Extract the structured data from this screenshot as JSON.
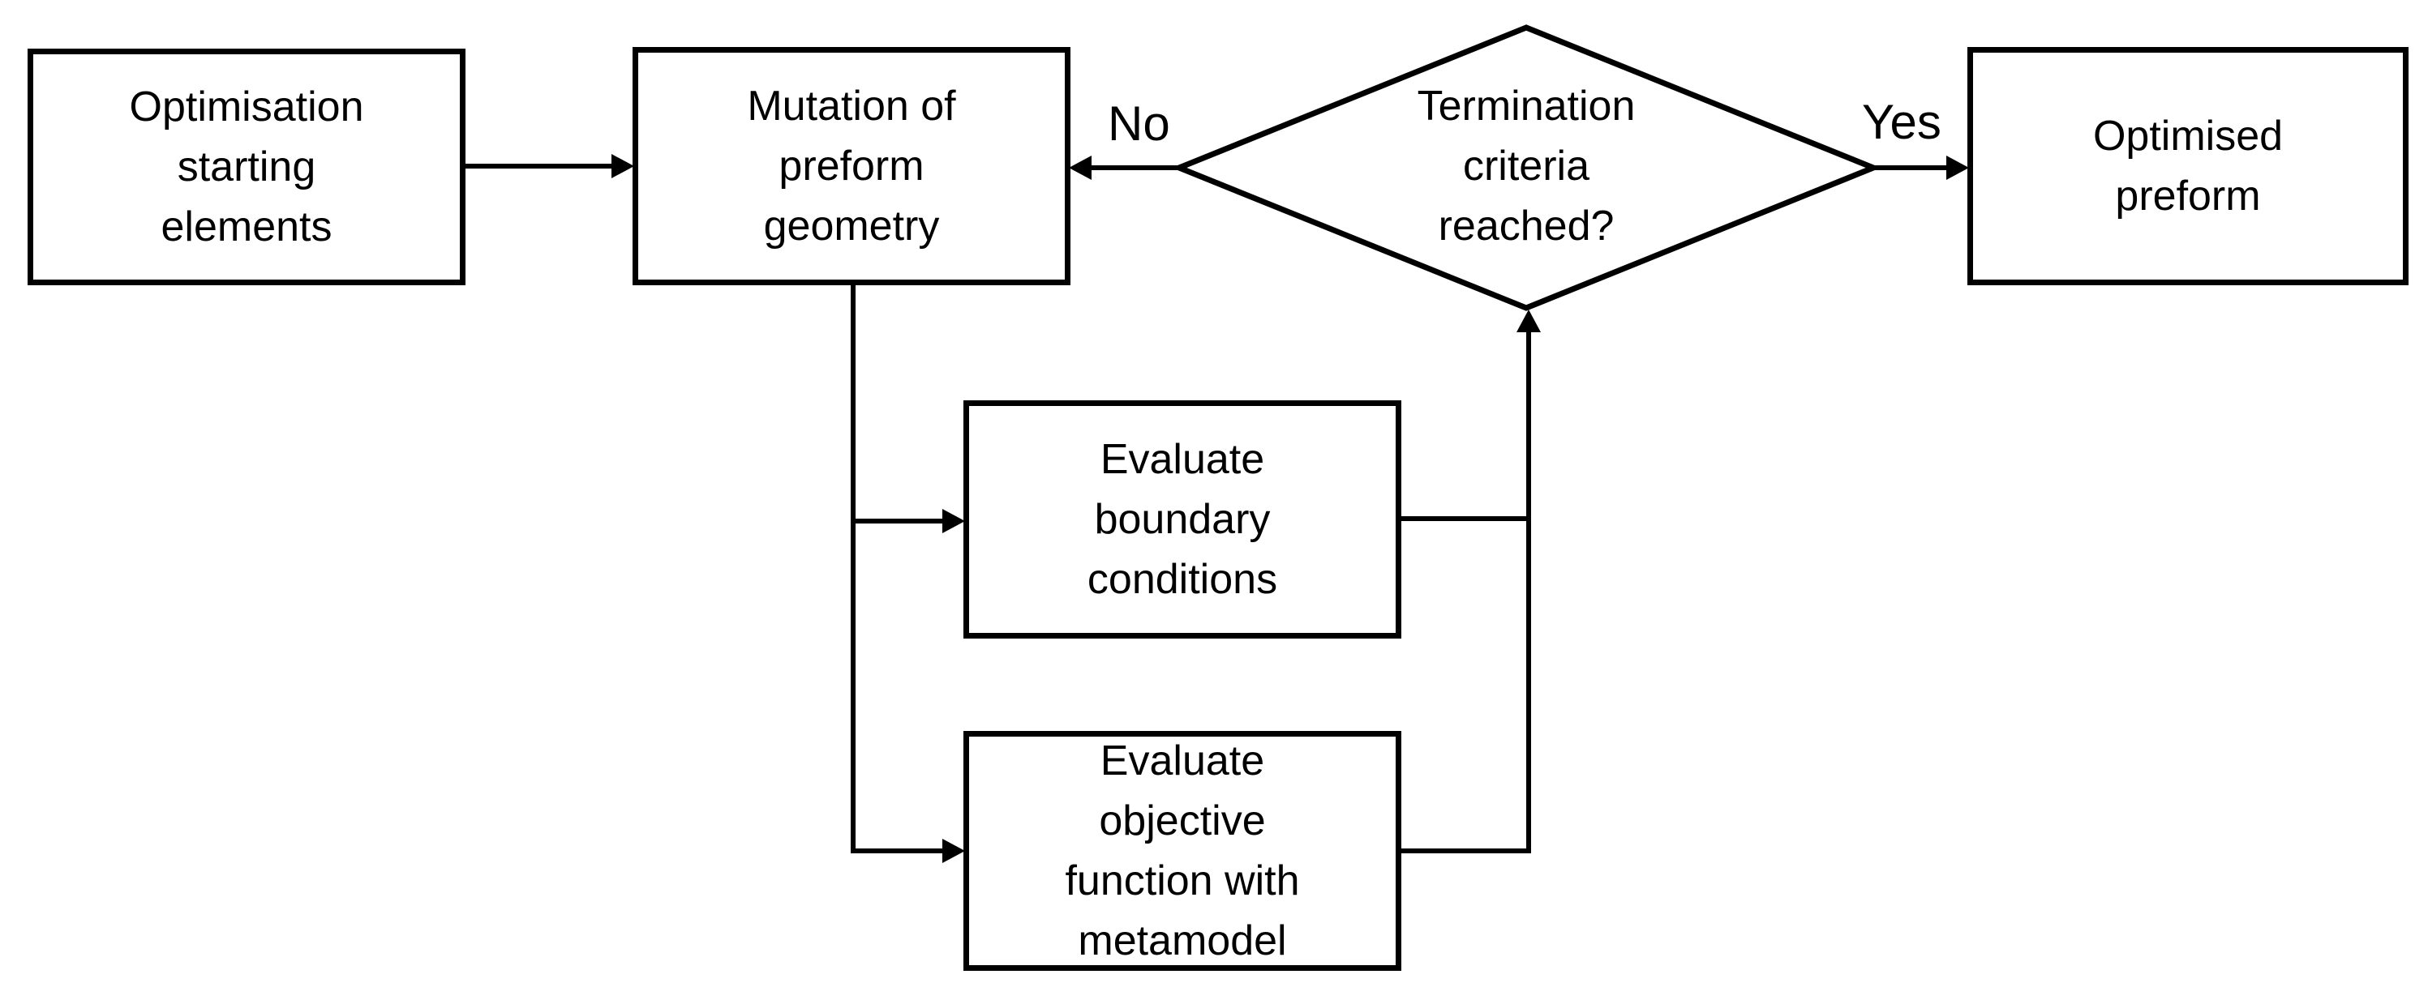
{
  "nodes": {
    "start": {
      "text": "Optimisation\nstarting\nelements"
    },
    "mutation": {
      "text": "Mutation of\npreform\ngeometry"
    },
    "decision": {
      "text": "Termination\ncriteria\nreached?"
    },
    "result": {
      "text": "Optimised\npreform"
    },
    "boundary": {
      "text": "Evaluate\nboundary\nconditions"
    },
    "objective": {
      "text": "Evaluate\nobjective\nfunction with\nmetamodel"
    }
  },
  "edges": {
    "no_label": "No",
    "yes_label": "Yes"
  },
  "colors": {
    "stroke": "#000000",
    "fill": "#ffffff"
  }
}
